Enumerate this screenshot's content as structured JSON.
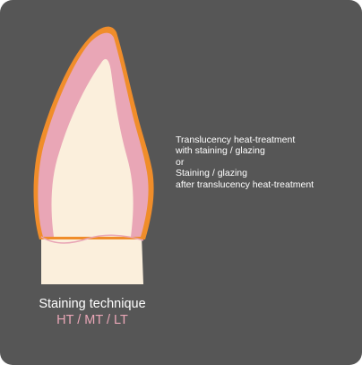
{
  "description_lines": [
    "Translucency heat-treatment",
    "with staining / glazing",
    "or",
    "Staining / glazing",
    "after translucency heat-treatment"
  ],
  "caption": {
    "title": "Staining technique",
    "subtitle": "HT / MT / LT"
  },
  "colors": {
    "background": "#565656",
    "enamel_outline": "#f08d2a",
    "enamel_layer": "#e9a6b6",
    "tooth_body": "#fbefdc",
    "caption_accent": "#e9a6b6"
  }
}
